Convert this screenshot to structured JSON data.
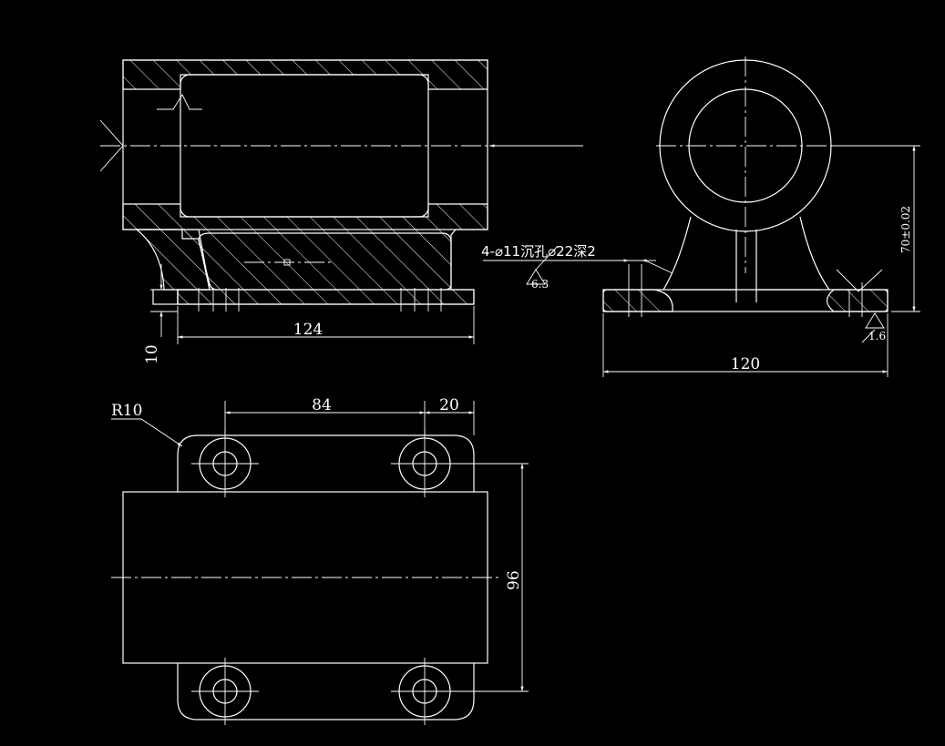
{
  "colors": {
    "background": "#000000",
    "line": "#ffffff"
  },
  "dimensions": {
    "width_124": "124",
    "height_10": "10",
    "width_120": "120",
    "height_70": "70±0.02",
    "spacing_84": "84",
    "offset_20": "20",
    "length_96": "96",
    "radius": "R10"
  },
  "annotations": {
    "hole_callout": "4-⌀11沉孔⌀22深2",
    "roughness_a": "6.3",
    "roughness_b": "1.6"
  }
}
